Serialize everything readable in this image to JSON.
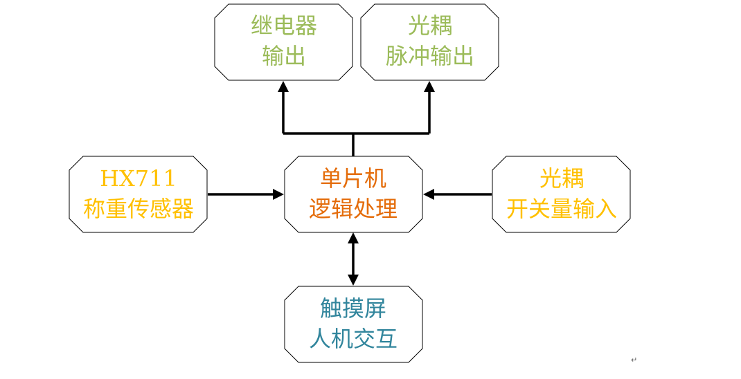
{
  "colors": {
    "relay": "#9bbb59",
    "optocoupler_out": "#9bbb59",
    "mcu": "#e46c0a",
    "hx711": "#ffc000",
    "optocoupler_in": "#ffc000",
    "touchscreen": "#31859c",
    "stroke": "#000000"
  },
  "nodes": {
    "relay_output": {
      "line1": "继电器",
      "line2": "输出"
    },
    "optocoupler_pulse_output": {
      "line1": "光耦",
      "line2": "脉冲输出"
    },
    "hx711_sensor": {
      "line1": "HX711",
      "line2": "称重传感器"
    },
    "mcu_logic": {
      "line1": "单片机",
      "line2": "逻辑处理"
    },
    "optocoupler_switch_input": {
      "line1": "光耦",
      "line2": "开关量输入"
    },
    "touchscreen_hmi": {
      "line1": "触摸屏",
      "line2": "人机交互"
    }
  },
  "paragraph_mark": "↵"
}
